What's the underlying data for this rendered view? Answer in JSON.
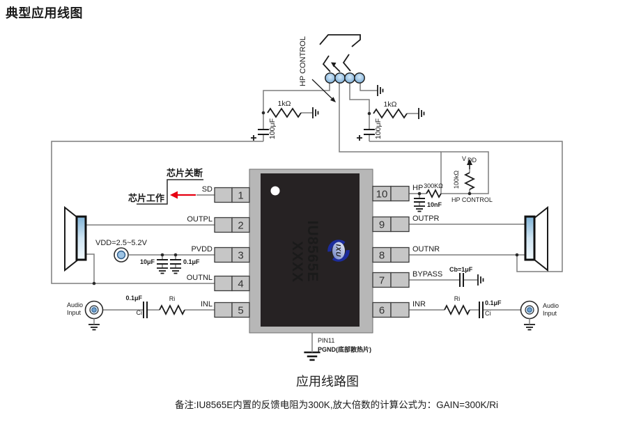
{
  "page": {
    "title": "典型应用线图",
    "caption": "应用线路图",
    "note": "备注:IU8565E内置的反馈电阻为300K,放大倍数的计算公式为：GAIN=300K/Ri"
  },
  "chip": {
    "part_number": "IU8565E",
    "marking": "XXXX",
    "logo_text": "IXU",
    "thermal_pin_line1": "PIN11",
    "thermal_pin_line2": "PGND(底部散热片)"
  },
  "pins_left": [
    {
      "num": "1",
      "label": "SD"
    },
    {
      "num": "2",
      "label": "OUTPL"
    },
    {
      "num": "3",
      "label": "PVDD"
    },
    {
      "num": "4",
      "label": "OUTNL"
    },
    {
      "num": "5",
      "label": "INL"
    }
  ],
  "pins_right": [
    {
      "num": "10",
      "label": "HP"
    },
    {
      "num": "9",
      "label": "OUTPR"
    },
    {
      "num": "8",
      "label": "OUTNR"
    },
    {
      "num": "7",
      "label": "BYPASS"
    },
    {
      "num": "6",
      "label": "INR"
    }
  ],
  "annotations": {
    "sd_high": "芯片关断",
    "sd_low": "芯片工作",
    "hp_control_jack": "HP CONTROL",
    "hp_control_net": "HP CONTROL",
    "vdd_main": "V",
    "vdd_sub": "DD",
    "supply_range": "VDD=2.5~5.2V",
    "audio_line1": "Audio",
    "audio_line2": "Input"
  },
  "components": {
    "r_pullup": "100kΩ",
    "r_hp": "300KΩ",
    "c_hp": "10nF",
    "r_out": "1kΩ",
    "c_out": "100μF",
    "c_bulk": "10μF",
    "c_dec": "0.1μF",
    "c_bypass": "Cb=1μF",
    "r_in": "Ri",
    "c_in": "0.1μF",
    "c_in_name": "Ci"
  },
  "colors": {
    "wire": "#7d7d7d",
    "component": "#1a1a1a",
    "red_arrow": "#e60012",
    "chip_body": "#262223",
    "chip_frame": "#b7b7b7",
    "pin_box": "#c6c6c6",
    "logo_blue": "#1c2c9c",
    "logo_orange": "#f6921e",
    "jack_contact": "#9ec7e6"
  }
}
